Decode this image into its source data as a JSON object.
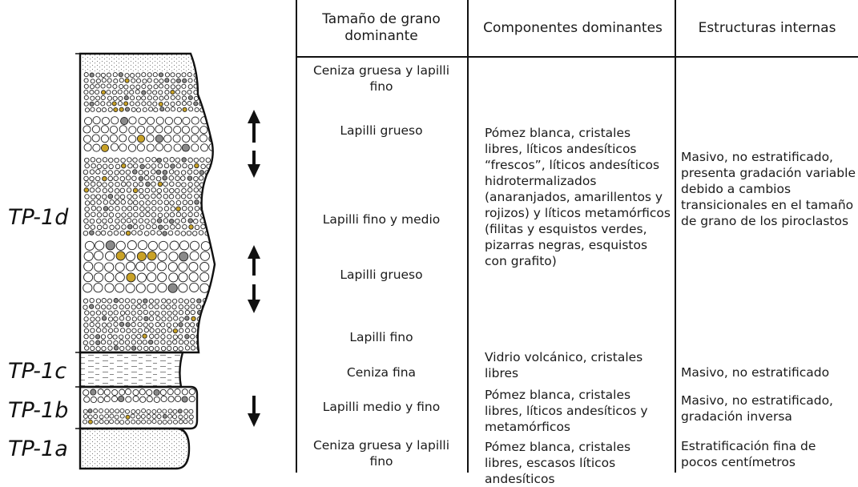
{
  "layers": [
    {
      "id": "TP-1d",
      "label": "TP-1d"
    },
    {
      "id": "TP-1c",
      "label": "TP-1c"
    },
    {
      "id": "TP-1b",
      "label": "TP-1b"
    },
    {
      "id": "TP-1a",
      "label": "TP-1a"
    }
  ],
  "headers": {
    "grain_size": "Tamaño de grano dominante",
    "components": "Componentes dominantes",
    "structures": "Estructuras internas"
  },
  "grain_size": [
    "Ceniza gruesa y lapilli fino",
    "Lapilli grueso",
    "Lapilli fino y medio",
    "Lapilli grueso",
    "Lapilli fino",
    "Ceniza fina",
    "Lapilli medio y fino",
    "Ceniza gruesa y lapilli fino"
  ],
  "components": {
    "tp1d": "Pómez blanca, cristales libres, líticos andesíticos “frescos”, líticos andesíticos hidrotermalizados (anaranjados, amarillentos y rojizos) y líticos metamórficos (filitas y esquistos verdes, pizarras negras, esquistos con grafito)",
    "tp1c": "Vidrio volcánico, cristales libres",
    "tp1b": "Pómez blanca, cristales libres, líticos andesíticos y metamórficos",
    "tp1a": "Pómez blanca, cristales libres, escasos líticos andesíticos"
  },
  "structures": {
    "tp1d": "Masivo, no estratificado, presenta gradación variable debido a cambios transicionales en el tamaño de grano de los piroclastos",
    "tp1c": "Masivo, no estratificado",
    "tp1b": "Masivo, no estratificado, gradación inversa",
    "tp1a": "Estratificación fina de pocos centímetros"
  },
  "colors": {
    "lithic_gray": "#8a8a8a",
    "lithic_yellow": "#c9a227",
    "line": "#111111"
  }
}
